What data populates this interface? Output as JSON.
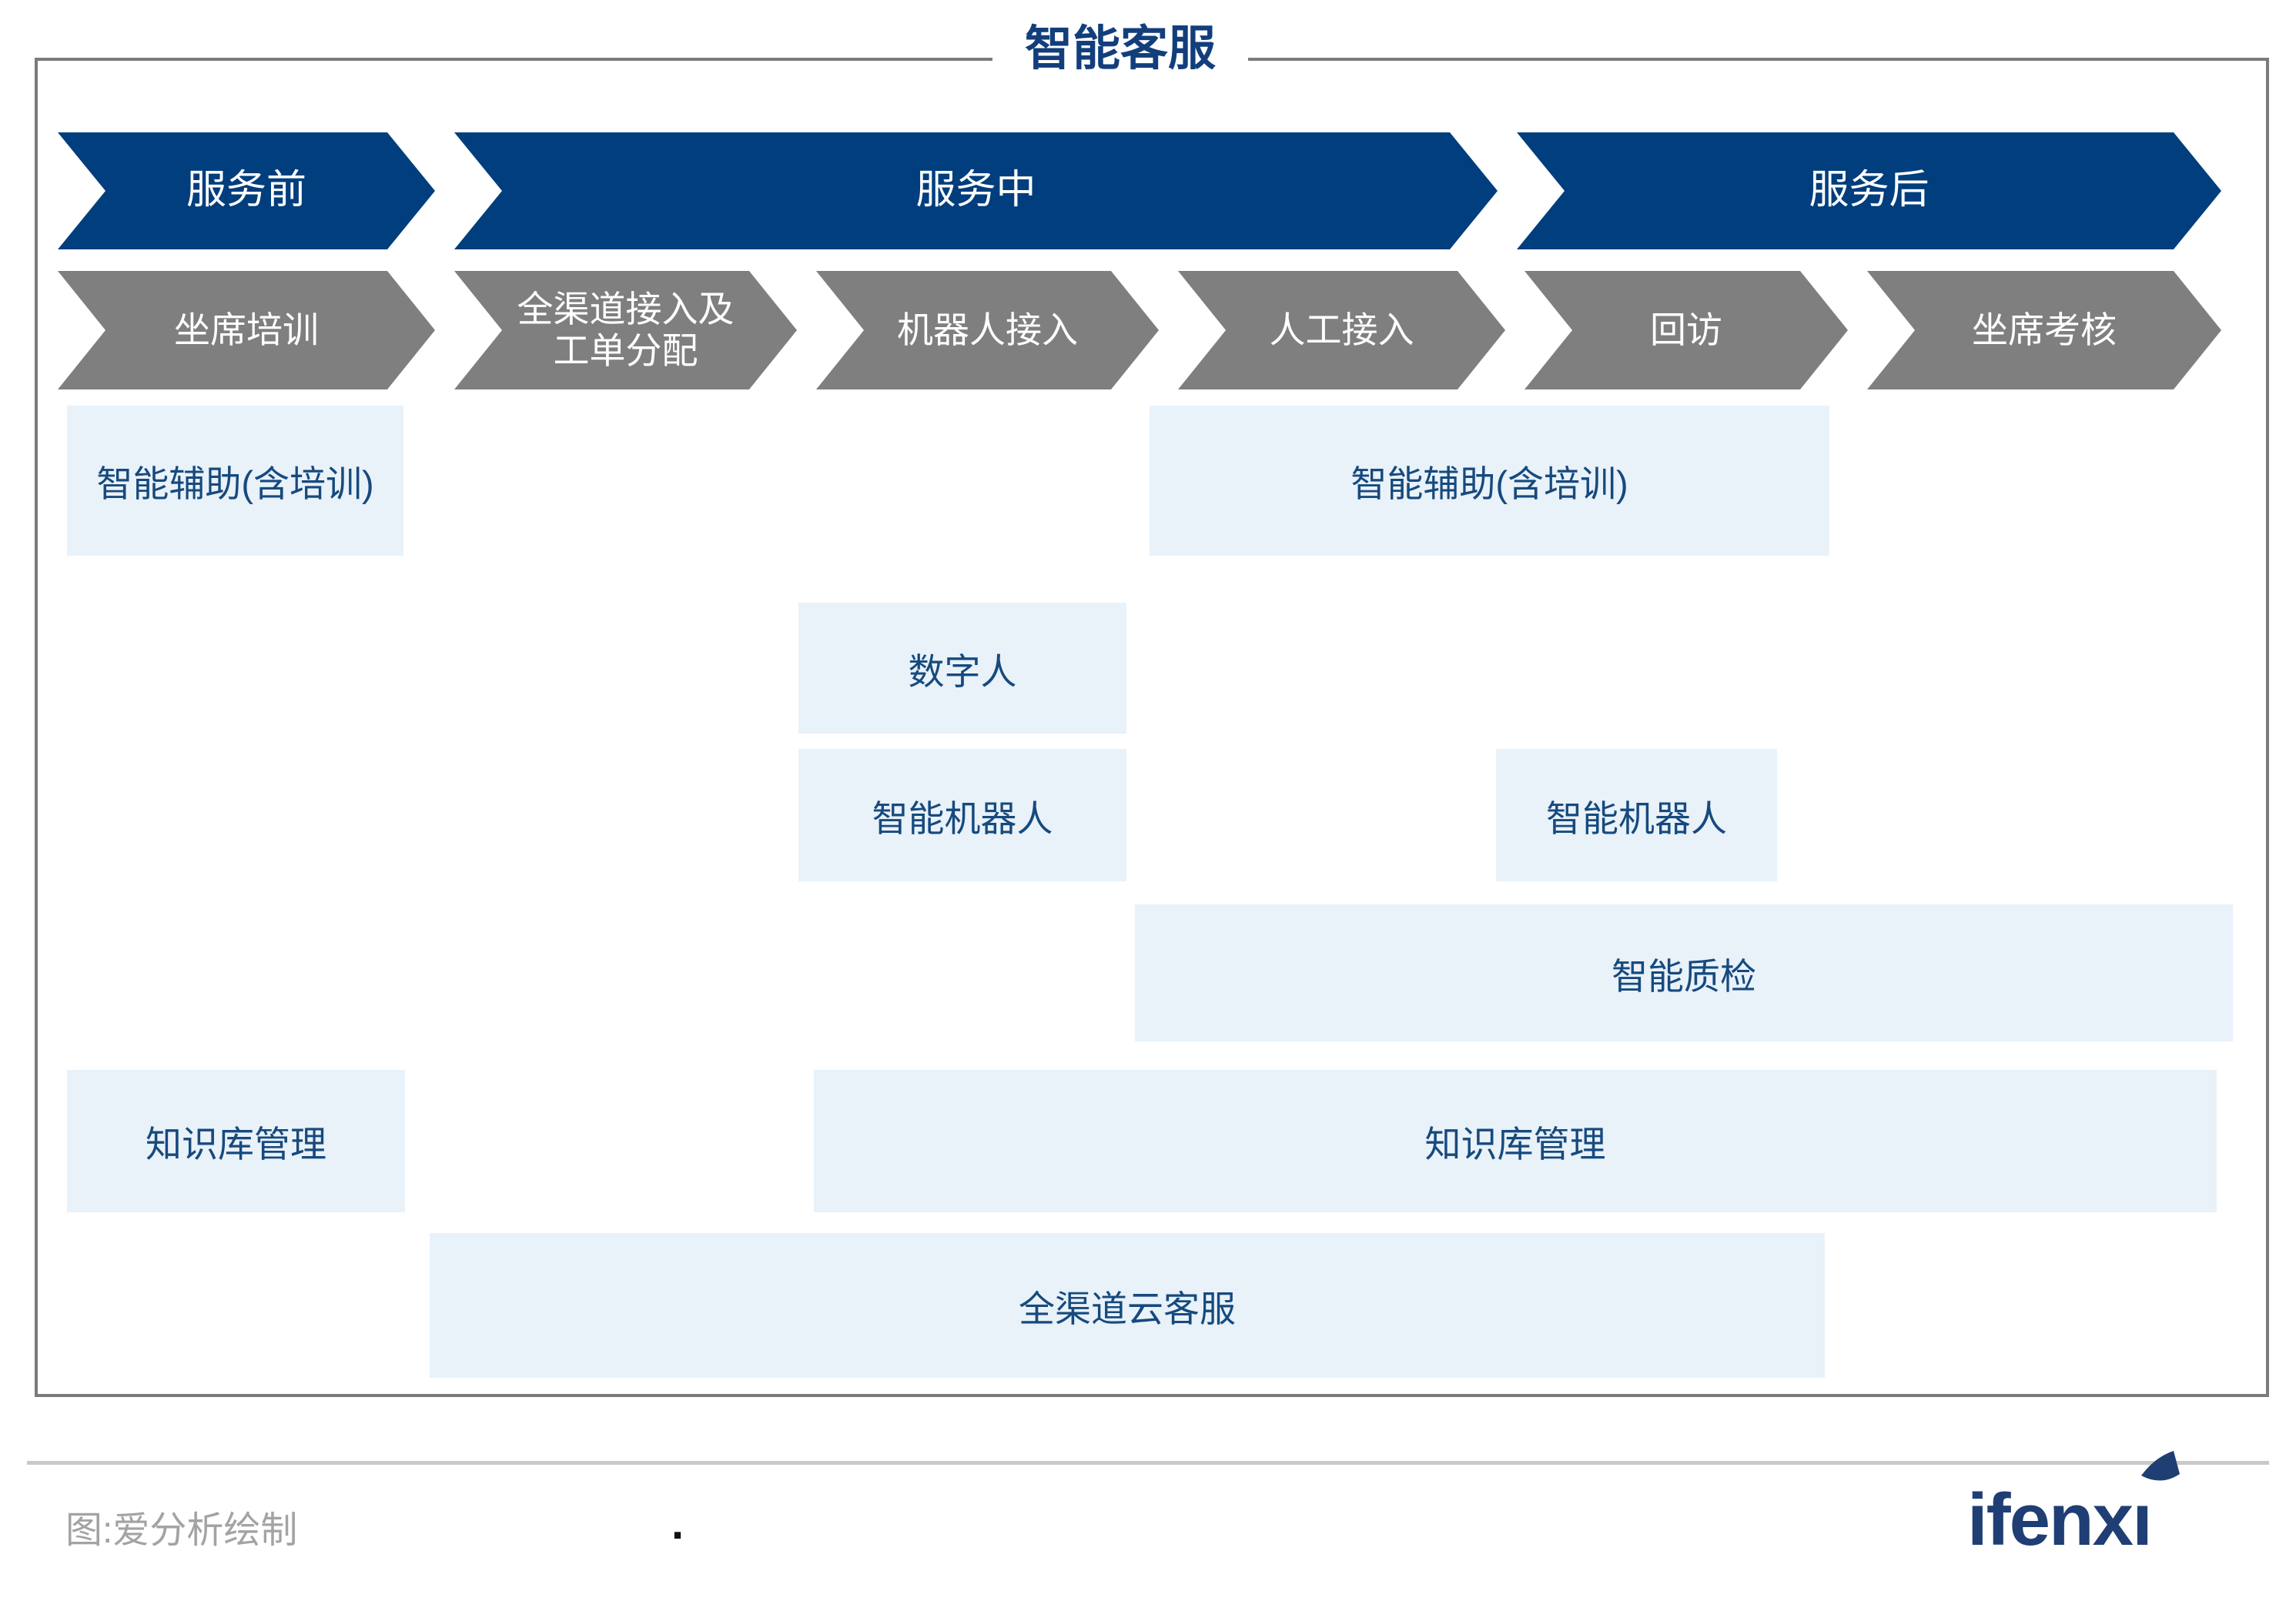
{
  "title": "智能客服",
  "colors": {
    "stage_blue": "#003E7D",
    "step_gray": "#7F7F7F",
    "box_light_blue": "#E9F1F9",
    "box_text_navy": "#164A7E",
    "footer_gray": "#A3A3A3",
    "logo_navy": "#1F3E74"
  },
  "stages": [
    {
      "label": "服务前"
    },
    {
      "label": "服务中"
    },
    {
      "label": "服务后"
    }
  ],
  "steps": [
    {
      "label": "坐席培训"
    },
    {
      "label": "全渠道接入及工单分配"
    },
    {
      "label": "机器人接入"
    },
    {
      "label": "人工接入"
    },
    {
      "label": "回访"
    },
    {
      "label": "坐席考核"
    }
  ],
  "capabilities": [
    {
      "label": "智能辅助(含培训)"
    },
    {
      "label": "智能辅助(含培训)"
    },
    {
      "label": "数字人"
    },
    {
      "label": "智能机器人"
    },
    {
      "label": "智能机器人"
    },
    {
      "label": "智能质检"
    },
    {
      "label": "知识库管理"
    },
    {
      "label": "知识库管理"
    },
    {
      "label": "全渠道云客服"
    }
  ],
  "footer": {
    "caption": "图:爱分析绘制",
    "dot": ".",
    "brand": "ifenxi",
    "brand_main": "ifenx",
    "brand_last": "ı"
  }
}
